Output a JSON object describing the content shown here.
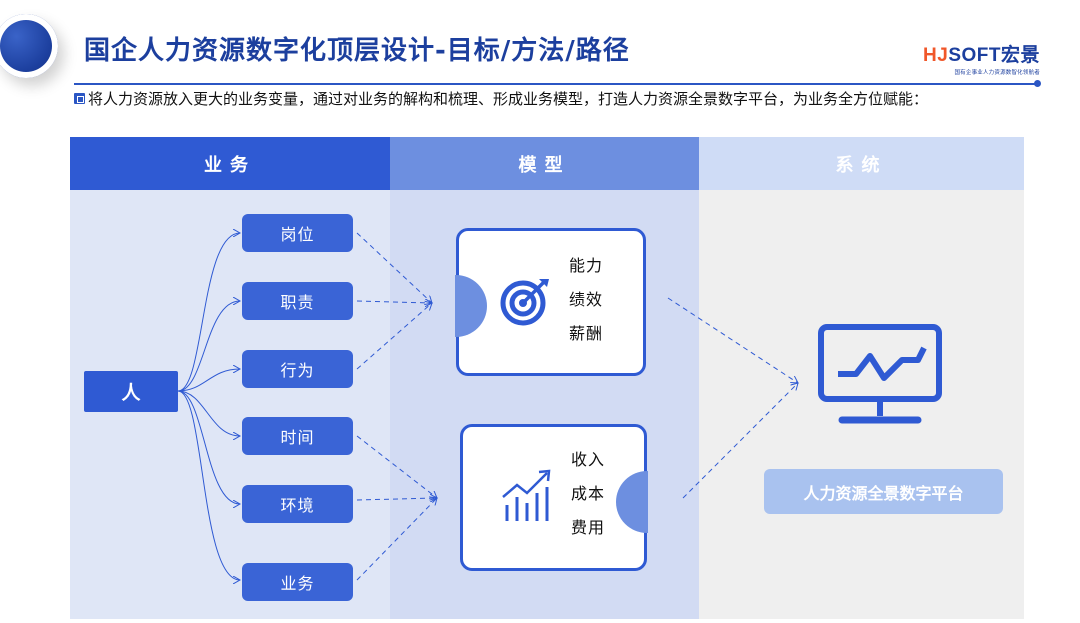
{
  "header": {
    "title": "国企人力资源数字化顶层设计-目标/方法/路径",
    "brand_h": "HJ",
    "brand_rest": "SOFT宏景",
    "brand_sub": "国有企事业人力资源数智化领航者"
  },
  "intro": "将人力资源放入更大的业务变量，通过对业务的解构和梳理、形成业务模型，打造人力资源全景数字平台，为业务全方位赋能：",
  "columns": {
    "business": "业务",
    "model": "模型",
    "system": "系统"
  },
  "business": {
    "root": "人",
    "items": [
      "岗位",
      "职责",
      "行为",
      "时间",
      "环境",
      "业务"
    ]
  },
  "model": {
    "card1": {
      "lines": [
        "能力",
        "绩效",
        "薪酬"
      ],
      "icon": "target-icon"
    },
    "card2": {
      "lines": [
        "收入",
        "成本",
        "费用"
      ],
      "icon": "growth-chart-icon"
    }
  },
  "system": {
    "platform": "人力资源全景数字平台",
    "icon": "monitor-chart-icon"
  },
  "colors": {
    "primary": "#2f5ad3",
    "model_header": "#6d8fe0",
    "system_header": "#cfdcf6",
    "platform": "#a9c2ef",
    "brand_accent": "#f0572a"
  }
}
